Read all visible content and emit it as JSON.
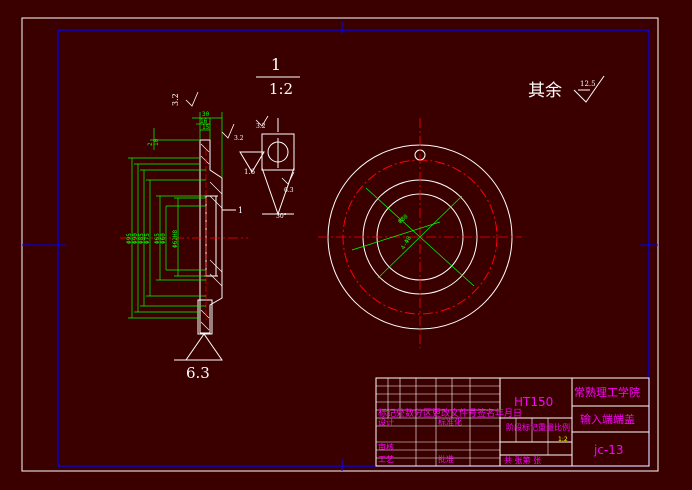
{
  "drawing": {
    "scale_number": "1",
    "scale_ratio": "1:2",
    "roughness_note": "其余",
    "roughness_note_value": "12.5",
    "surface_finish_main": "6.3",
    "surface_finish_detail": "1.6",
    "detail_roughness_a": "3.2",
    "detail_roughness_b": "3.2",
    "detail_roughness_c": "3.2",
    "detail_roughness_d": "6.3",
    "detail_angle": "30°",
    "part_mark": "1",
    "dim_top_a": "30",
    "dim_top_b": "16",
    "dim_top_c": "15",
    "dia_labels": [
      "Φ95",
      "Φ90",
      "Φ85",
      "Φ75",
      "Φ65",
      "Φ60"
    ],
    "dia_small": "Φ62H8",
    "hole_dia": "Φ80",
    "hole_count": "4-Φ8",
    "dim_small_a": "2",
    "dim_small_b": "10"
  },
  "title_block": {
    "material": "HT150",
    "school": "常熟理工学院",
    "part_name": "输入端端盖",
    "drawing_no": "jc-13",
    "row_labels": "标记处数分区更改文件号签名年月日",
    "designer": "设计",
    "standardize": "标准化",
    "stage_label": "阶段标记重量比例",
    "review": "审核",
    "craft": "工艺",
    "approve": "批准",
    "sheets": "共 张第 张",
    "scale": "1:2"
  }
}
